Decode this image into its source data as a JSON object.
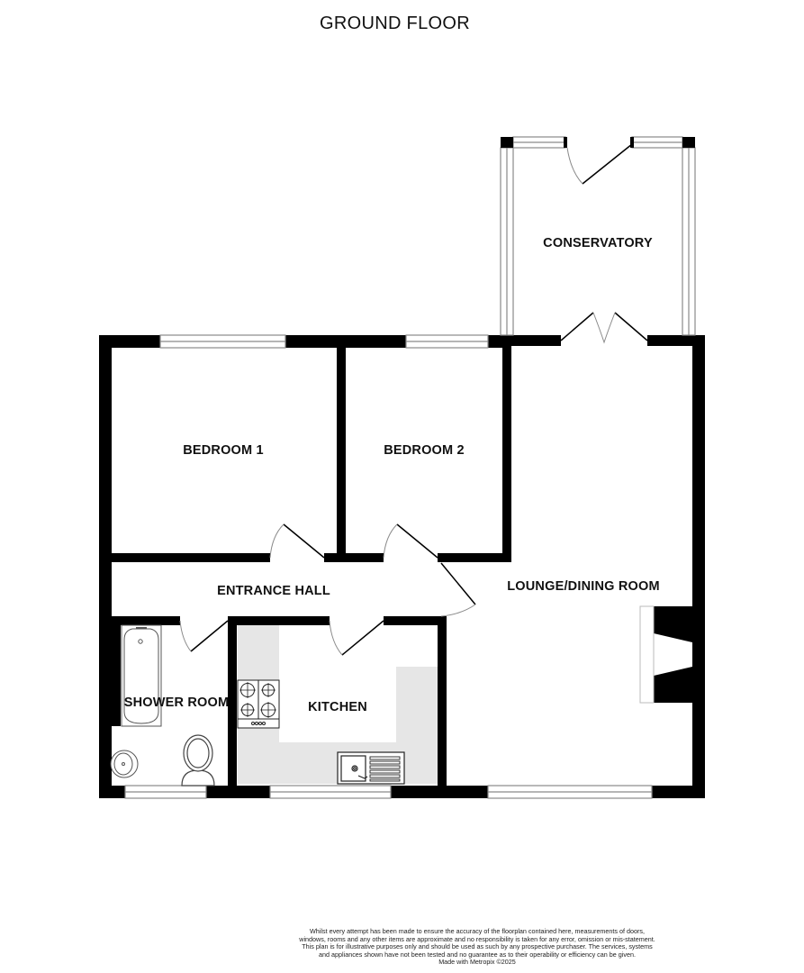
{
  "title": "GROUND FLOOR",
  "rooms": {
    "conservatory": "CONSERVATORY",
    "bedroom1": "BEDROOM 1",
    "bedroom2": "BEDROOM 2",
    "entrance_hall": "ENTRANCE HALL",
    "lounge_dining": "LOUNGE/DINING ROOM",
    "shower_room": "SHOWER ROOM",
    "kitchen": "KITCHEN"
  },
  "colors": {
    "wall": "#000000",
    "window_line": "#8a8a8a",
    "door_arc": "#8a8a8a",
    "worktop": "#e6e6e6"
  },
  "disclaimer": {
    "text": "Whilst every attempt has been made to ensure the accuracy of the floorplan contained here, measurements of doors, windows, rooms and any other items are approximate and no responsibility is taken for any error, omission or mis-statement. This plan is for illustrative purposes only and should be used as such by any prospective purchaser. The services, systems and appliances shown have not been tested and no guarantee as to their operability or efficiency can be given.",
    "credit": "Made with Metropix ©2025"
  }
}
